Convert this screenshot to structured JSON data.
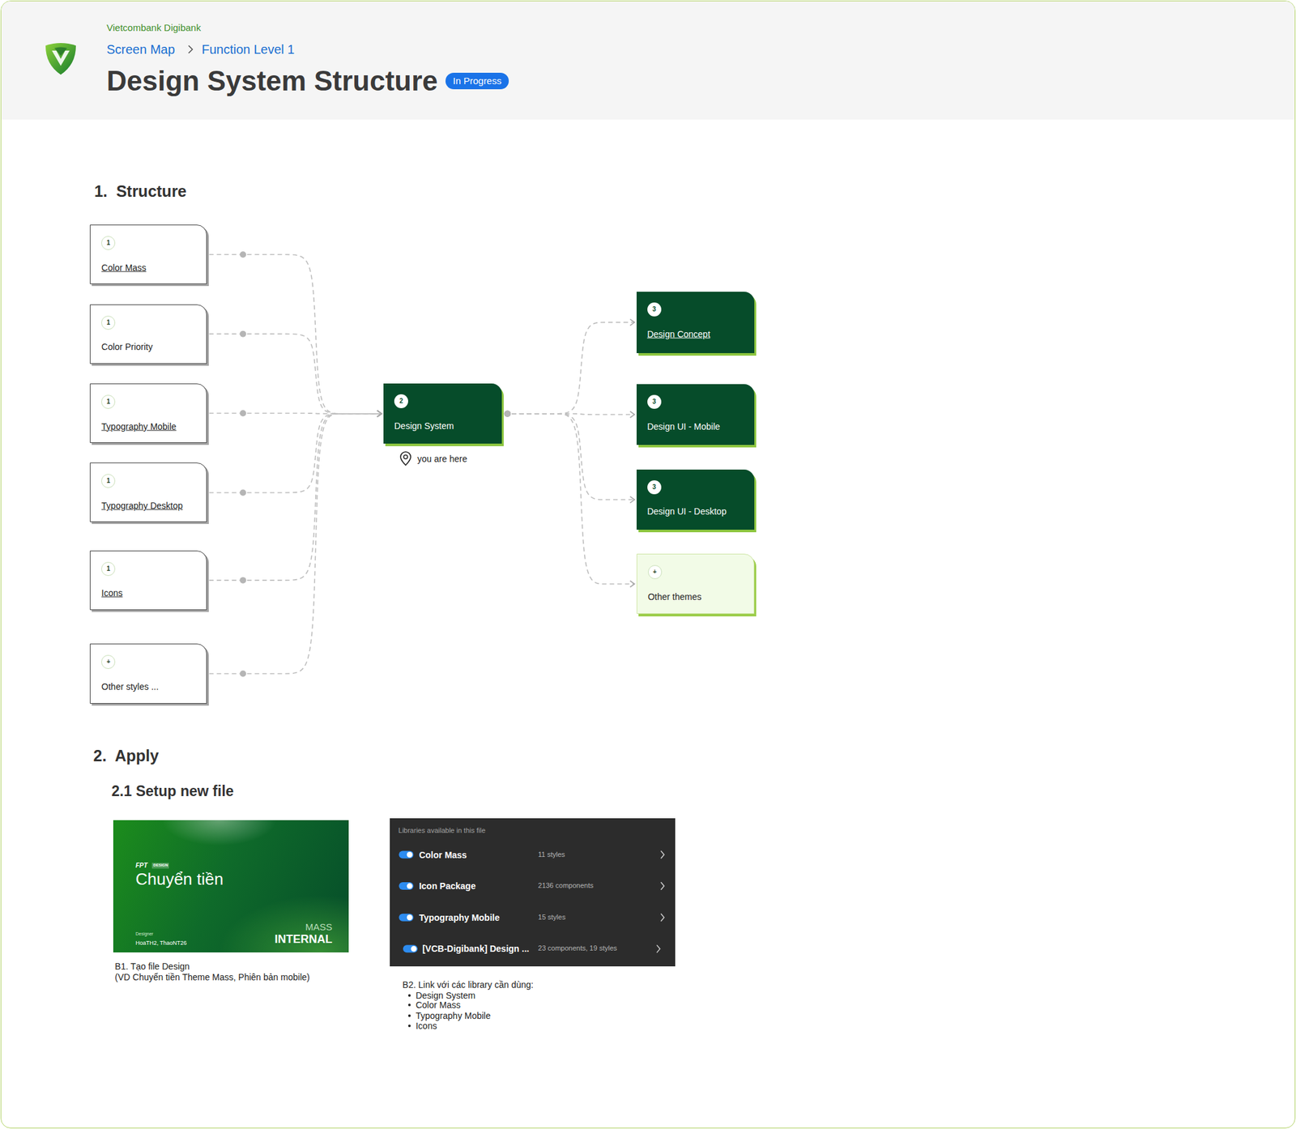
{
  "diagram": {
    "title": "Design System Structure",
    "nodes": [
      {
        "text": [
          "In Progress"
        ]
      },
      {
        "text": [
          "1",
          "Color Mass"
        ]
      },
      {
        "text": [
          "1",
          "Color Priority"
        ]
      },
      {
        "text": [
          "1",
          "Typography Mobile"
        ]
      },
      {
        "text": [
          "1",
          "Typography Desktop"
        ]
      },
      {
        "text": [
          "1",
          "Icons"
        ]
      },
      {
        "text": [
          "+",
          "Other styles ..."
        ]
      },
      {
        "text": [
          "2",
          "Design System"
        ]
      },
      {
        "text": [
          "3",
          "Design Concept"
        ]
      },
      {
        "text": [
          "3",
          "Design UI - Mobile"
        ]
      },
      {
        "text": [
          "3",
          "Design UI - Desktop"
        ]
      },
      {
        "text": [
          "+",
          "Other themes"
        ]
      },
      {
        "text": [
          "FPT",
          "DESIGN",
          "Chuyển tiền",
          "Designer",
          "HoaTH2, ThaoNT26",
          "MASS",
          "INTERNAL"
        ]
      },
      {
        "text": [
          "Libraries available in this file",
          "Color Mass",
          "11 styles",
          "Icon Package",
          "2136 components",
          "Typography Mobile",
          "15 styles",
          "[VCB-Digibank] Design ...",
          "23 components, 19 styles"
        ]
      }
    ],
    "edges": [
      {
        "from": 1,
        "to": 7,
        "arrow": "to"
      },
      {
        "from": 2,
        "to": 7,
        "arrow": "to"
      },
      {
        "from": 3,
        "to": 7,
        "arrow": "to"
      },
      {
        "from": 4,
        "to": 7,
        "arrow": "to"
      },
      {
        "from": 5,
        "to": 7,
        "arrow": "to"
      },
      {
        "from": 6,
        "to": 7,
        "arrow": "to"
      },
      {
        "from": 7,
        "to": 8,
        "arrow": "to"
      },
      {
        "from": 7,
        "to": 9,
        "arrow": "to"
      },
      {
        "from": 7,
        "to": 10,
        "arrow": "to"
      },
      {
        "from": 7,
        "to": 11,
        "arrow": "to"
      }
    ],
    "labels": [
      "Vietcombank Digibank",
      "Screen Map",
      "Function Level 1",
      "1.  Structure",
      "you are here",
      "2.  Apply",
      "2.1 Setup new file",
      "B1. Tạo file Design",
      "(VD Chuyển tiền Theme Mass, Phiên bản mobile)",
      "B2. Link với các library cần dùng:",
      "Design System",
      "Color Mass",
      "Typography Mobile",
      "Icons"
    ]
  }
}
